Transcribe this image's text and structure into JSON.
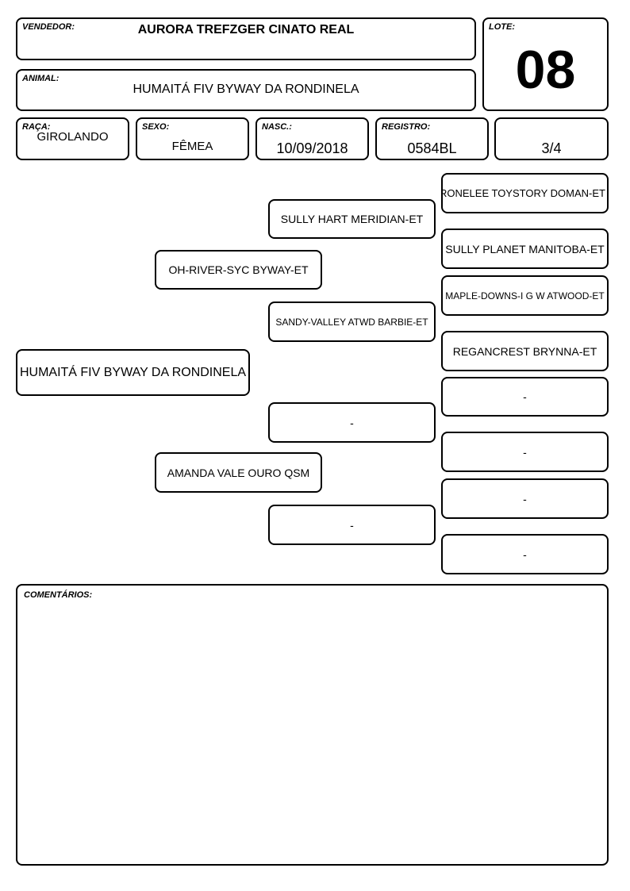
{
  "header": {
    "vendedor_label": "VENDEDOR:",
    "vendedor": "AURORA TREFZGER CINATO REAL",
    "lote_label": "LOTE:",
    "lote": "08",
    "animal_label": "ANIMAL:",
    "animal": "HUMAITÁ FIV BYWAY DA RONDINELA"
  },
  "info": {
    "raca_label": "RAÇA:",
    "raca": "GIROLANDO",
    "sexo_label": "SEXO:",
    "sexo": "FÊMEA",
    "nasc_label": "NASC.:",
    "nasc": "10/09/2018",
    "registro_label": "REGISTRO:",
    "registro": "0584BL",
    "grau": "3/4"
  },
  "pedigree": {
    "animal": "HUMAITÁ FIV BYWAY DA RONDINELA",
    "sire": "OH-RIVER-SYC BYWAY-ET",
    "dam": "AMANDA VALE OURO QSM",
    "sire_sire": "SULLY HART MERIDIAN-ET",
    "sire_dam": "SANDY-VALLEY ATWD BARBIE-ET",
    "dam_sire": "-",
    "dam_dam": "-",
    "ggp": [
      "RONELEE TOYSTORY DOMAN-ET",
      "SULLY PLANET MANITOBA-ET",
      "MAPLE-DOWNS-I G W ATWOOD-ET",
      "REGANCREST BRYNNA-ET",
      "-",
      "-",
      "-",
      "-"
    ]
  },
  "comments": {
    "label": "COMENTÁRIOS:",
    "text": ""
  }
}
